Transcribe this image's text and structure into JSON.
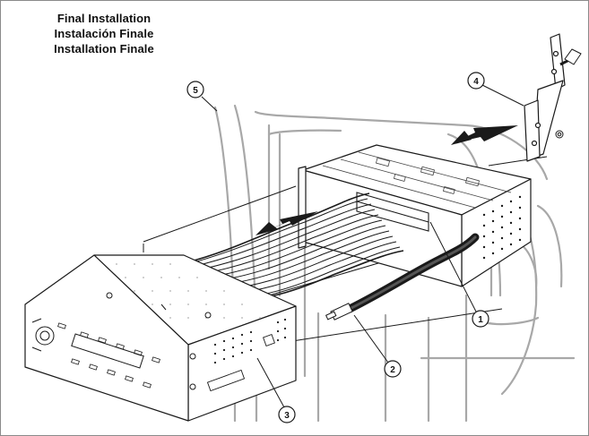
{
  "title": {
    "lines": [
      "Final Installation",
      "Instalación Finale",
      "Installation Finale"
    ]
  },
  "callouts": [
    "1",
    "2",
    "3",
    "4",
    "5"
  ],
  "colors": {
    "ink": "#1a1a1a",
    "light_line": "#a8a8a8",
    "arrow": "#1a1a1a",
    "border": "#8a8a8a"
  }
}
